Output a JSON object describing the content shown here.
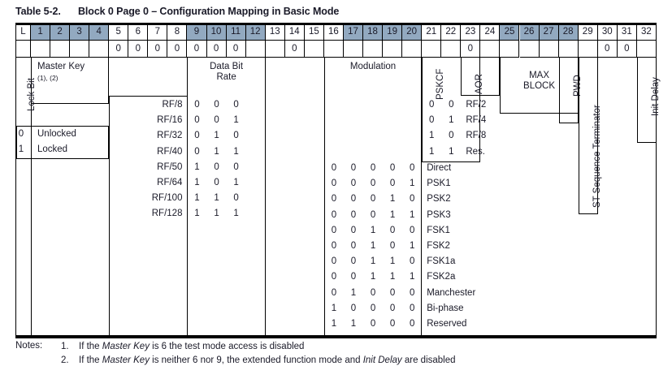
{
  "title": {
    "number": "Table 5-2.",
    "text": "Block 0 Page 0 – Configuration Mapping in Basic Mode"
  },
  "bit_header": {
    "labels": [
      "L",
      "1",
      "2",
      "3",
      "4",
      "5",
      "6",
      "7",
      "8",
      "9",
      "10",
      "11",
      "12",
      "13",
      "14",
      "15",
      "16",
      "17",
      "18",
      "19",
      "20",
      "21",
      "22",
      "23",
      "24",
      "25",
      "26",
      "27",
      "28",
      "29",
      "30",
      "31",
      "32"
    ],
    "shaded": [
      false,
      true,
      true,
      true,
      true,
      false,
      false,
      false,
      false,
      true,
      true,
      true,
      true,
      false,
      false,
      false,
      false,
      true,
      true,
      true,
      true,
      false,
      false,
      false,
      false,
      true,
      true,
      true,
      true,
      false,
      false,
      false,
      false
    ],
    "shade_color": "#92a9c0"
  },
  "fixed_bits_row": [
    "",
    "",
    "",
    "",
    "",
    "0",
    "0",
    "0",
    "0",
    "0",
    "0",
    "0",
    "",
    "",
    "0",
    "",
    "",
    "",
    "",
    "",
    "",
    "",
    "",
    "0",
    "",
    "",
    "",
    "",
    "",
    "",
    "0",
    "0",
    ""
  ],
  "fields": {
    "lock_bit": "Lock Bit",
    "master_key": "Master Key",
    "master_key_notes": "(1), (2)",
    "data_bit_rate": "Data Bit\nRate",
    "modulation": "Modulation",
    "pskcf": "PSKCF",
    "aor": "AOR",
    "max_block": "MAX\nBLOCK",
    "pwd": "PWD",
    "st_sequence_terminator": "ST Sequence Terminator",
    "init_delay": "Init Delay"
  },
  "lock_bit_table": [
    {
      "bit": "0",
      "label": "Unlocked"
    },
    {
      "bit": "1",
      "label": "Locked"
    }
  ],
  "data_bit_rate_table": [
    {
      "name": "RF/8",
      "bits": [
        "0",
        "0",
        "0"
      ]
    },
    {
      "name": "RF/16",
      "bits": [
        "0",
        "0",
        "1"
      ]
    },
    {
      "name": "RF/32",
      "bits": [
        "0",
        "1",
        "0"
      ]
    },
    {
      "name": "RF/40",
      "bits": [
        "0",
        "1",
        "1"
      ]
    },
    {
      "name": "RF/50",
      "bits": [
        "1",
        "0",
        "0"
      ]
    },
    {
      "name": "RF/64",
      "bits": [
        "1",
        "0",
        "1"
      ]
    },
    {
      "name": "RF/100",
      "bits": [
        "1",
        "1",
        "0"
      ]
    },
    {
      "name": "RF/128",
      "bits": [
        "1",
        "1",
        "1"
      ]
    }
  ],
  "pskcf_table": [
    {
      "bits": [
        "0",
        "0"
      ],
      "name": "RF/2"
    },
    {
      "bits": [
        "0",
        "1"
      ],
      "name": "RF/4"
    },
    {
      "bits": [
        "1",
        "0"
      ],
      "name": "RF/8"
    },
    {
      "bits": [
        "1",
        "1"
      ],
      "name": "Res."
    }
  ],
  "modulation_table": [
    {
      "bits": [
        "0",
        "0",
        "0",
        "0",
        "0"
      ],
      "name": "Direct"
    },
    {
      "bits": [
        "0",
        "0",
        "0",
        "0",
        "1"
      ],
      "name": "PSK1"
    },
    {
      "bits": [
        "0",
        "0",
        "0",
        "1",
        "0"
      ],
      "name": "PSK2"
    },
    {
      "bits": [
        "0",
        "0",
        "0",
        "1",
        "1"
      ],
      "name": "PSK3"
    },
    {
      "bits": [
        "0",
        "0",
        "1",
        "0",
        "0"
      ],
      "name": "FSK1"
    },
    {
      "bits": [
        "0",
        "0",
        "1",
        "0",
        "1"
      ],
      "name": "FSK2"
    },
    {
      "bits": [
        "0",
        "0",
        "1",
        "1",
        "0"
      ],
      "name": "FSK1a"
    },
    {
      "bits": [
        "0",
        "0",
        "1",
        "1",
        "1"
      ],
      "name": "FSK2a"
    },
    {
      "bits": [
        "0",
        "1",
        "0",
        "0",
        "0"
      ],
      "name": "Manchester"
    },
    {
      "bits": [
        "1",
        "0",
        "0",
        "0",
        "0"
      ],
      "name": "Bi-phase"
    },
    {
      "bits": [
        "1",
        "1",
        "0",
        "0",
        "0"
      ],
      "name": "Reserved"
    }
  ],
  "notes": {
    "label": "Notes:",
    "items": [
      {
        "num": "1.",
        "prefix": "If the ",
        "em1": "Master Key",
        "mid": " is 6 the test mode access is disabled",
        "em2": "",
        "suffix": ""
      },
      {
        "num": "2.",
        "prefix": "If the ",
        "em1": "Master Key",
        "mid": " is neither 6 nor 9, the extended function mode and ",
        "em2": "Init Delay",
        "suffix": " are disabled"
      }
    ]
  }
}
